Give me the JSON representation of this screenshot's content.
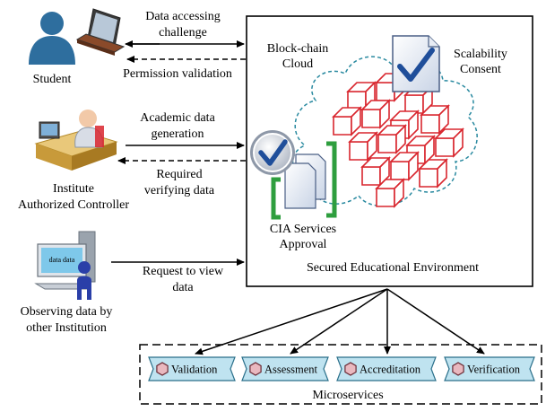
{
  "actors": {
    "student": "Student",
    "controller_line1": "Institute",
    "controller_line2": "Authorized Controller",
    "observer_line1": "Observing data by",
    "observer_line2": "other Institution",
    "screen_text": "data data"
  },
  "flows": {
    "access_line1": "Data accessing",
    "access_line2": "challenge",
    "permission": "Permission validation",
    "academic_line1": "Academic data",
    "academic_line2": "generation",
    "required_line1": "Required",
    "required_line2": "verifying data",
    "request_line1": "Request to view",
    "request_line2": "data"
  },
  "environment": {
    "title": "Secured Educational Environment",
    "cloud_line1": "Block-chain",
    "cloud_line2": "Cloud",
    "scalability_line1": "Scalability",
    "scalability_line2": "Consent",
    "cia_line1": "CIA Services",
    "cia_line2": "Approval"
  },
  "microservices": {
    "title": "Microservices",
    "items": [
      "Validation",
      "Assessment",
      "Accreditation",
      "Verification"
    ]
  },
  "colors": {
    "person_blue": "#2e6e9e",
    "cube_red": "#d9262e",
    "bracket_green": "#2e9e3e",
    "cloud_dash": "#2a8aa0",
    "ms_fill": "#bfe3f0",
    "hex_fill": "#e9b8bf",
    "check_blue": "#1f4e9a"
  }
}
